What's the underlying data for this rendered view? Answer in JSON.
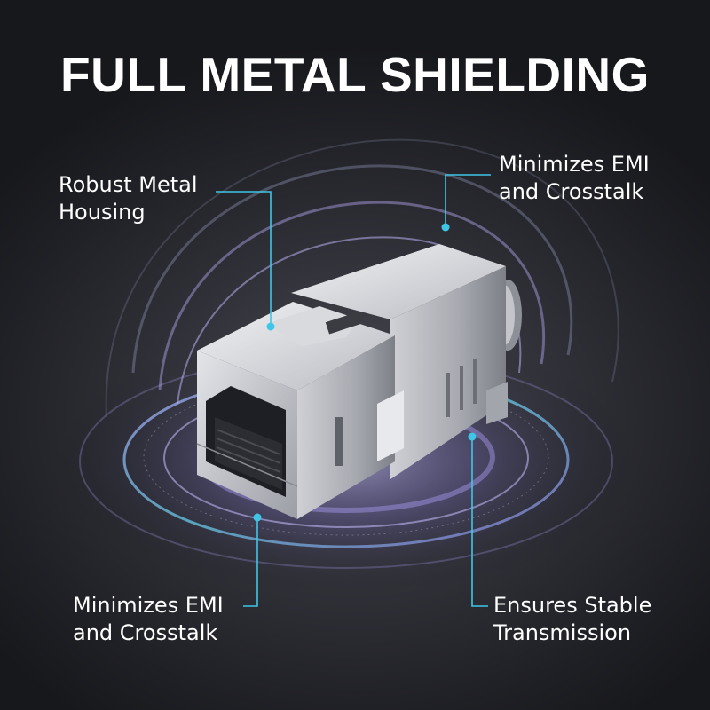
{
  "title": "FULL METAL SHIELDING",
  "callouts": {
    "top_left": {
      "line1": "Robust Metal",
      "line2": "Housing"
    },
    "top_right": {
      "line1": "Minimizes EMI",
      "line2": "and Crosstalk"
    },
    "bottom_left": {
      "line1": "Minimizes EMI",
      "line2": "and Crosstalk"
    },
    "bottom_right": {
      "line1": "Ensures Stable",
      "line2": "Transmission"
    }
  },
  "colors": {
    "accent": "#3fc6e6",
    "glow": "#9a7ee0",
    "text": "#ffffff",
    "background": "#1f2025"
  },
  "product": "rj45-shielded-keystone-jack"
}
